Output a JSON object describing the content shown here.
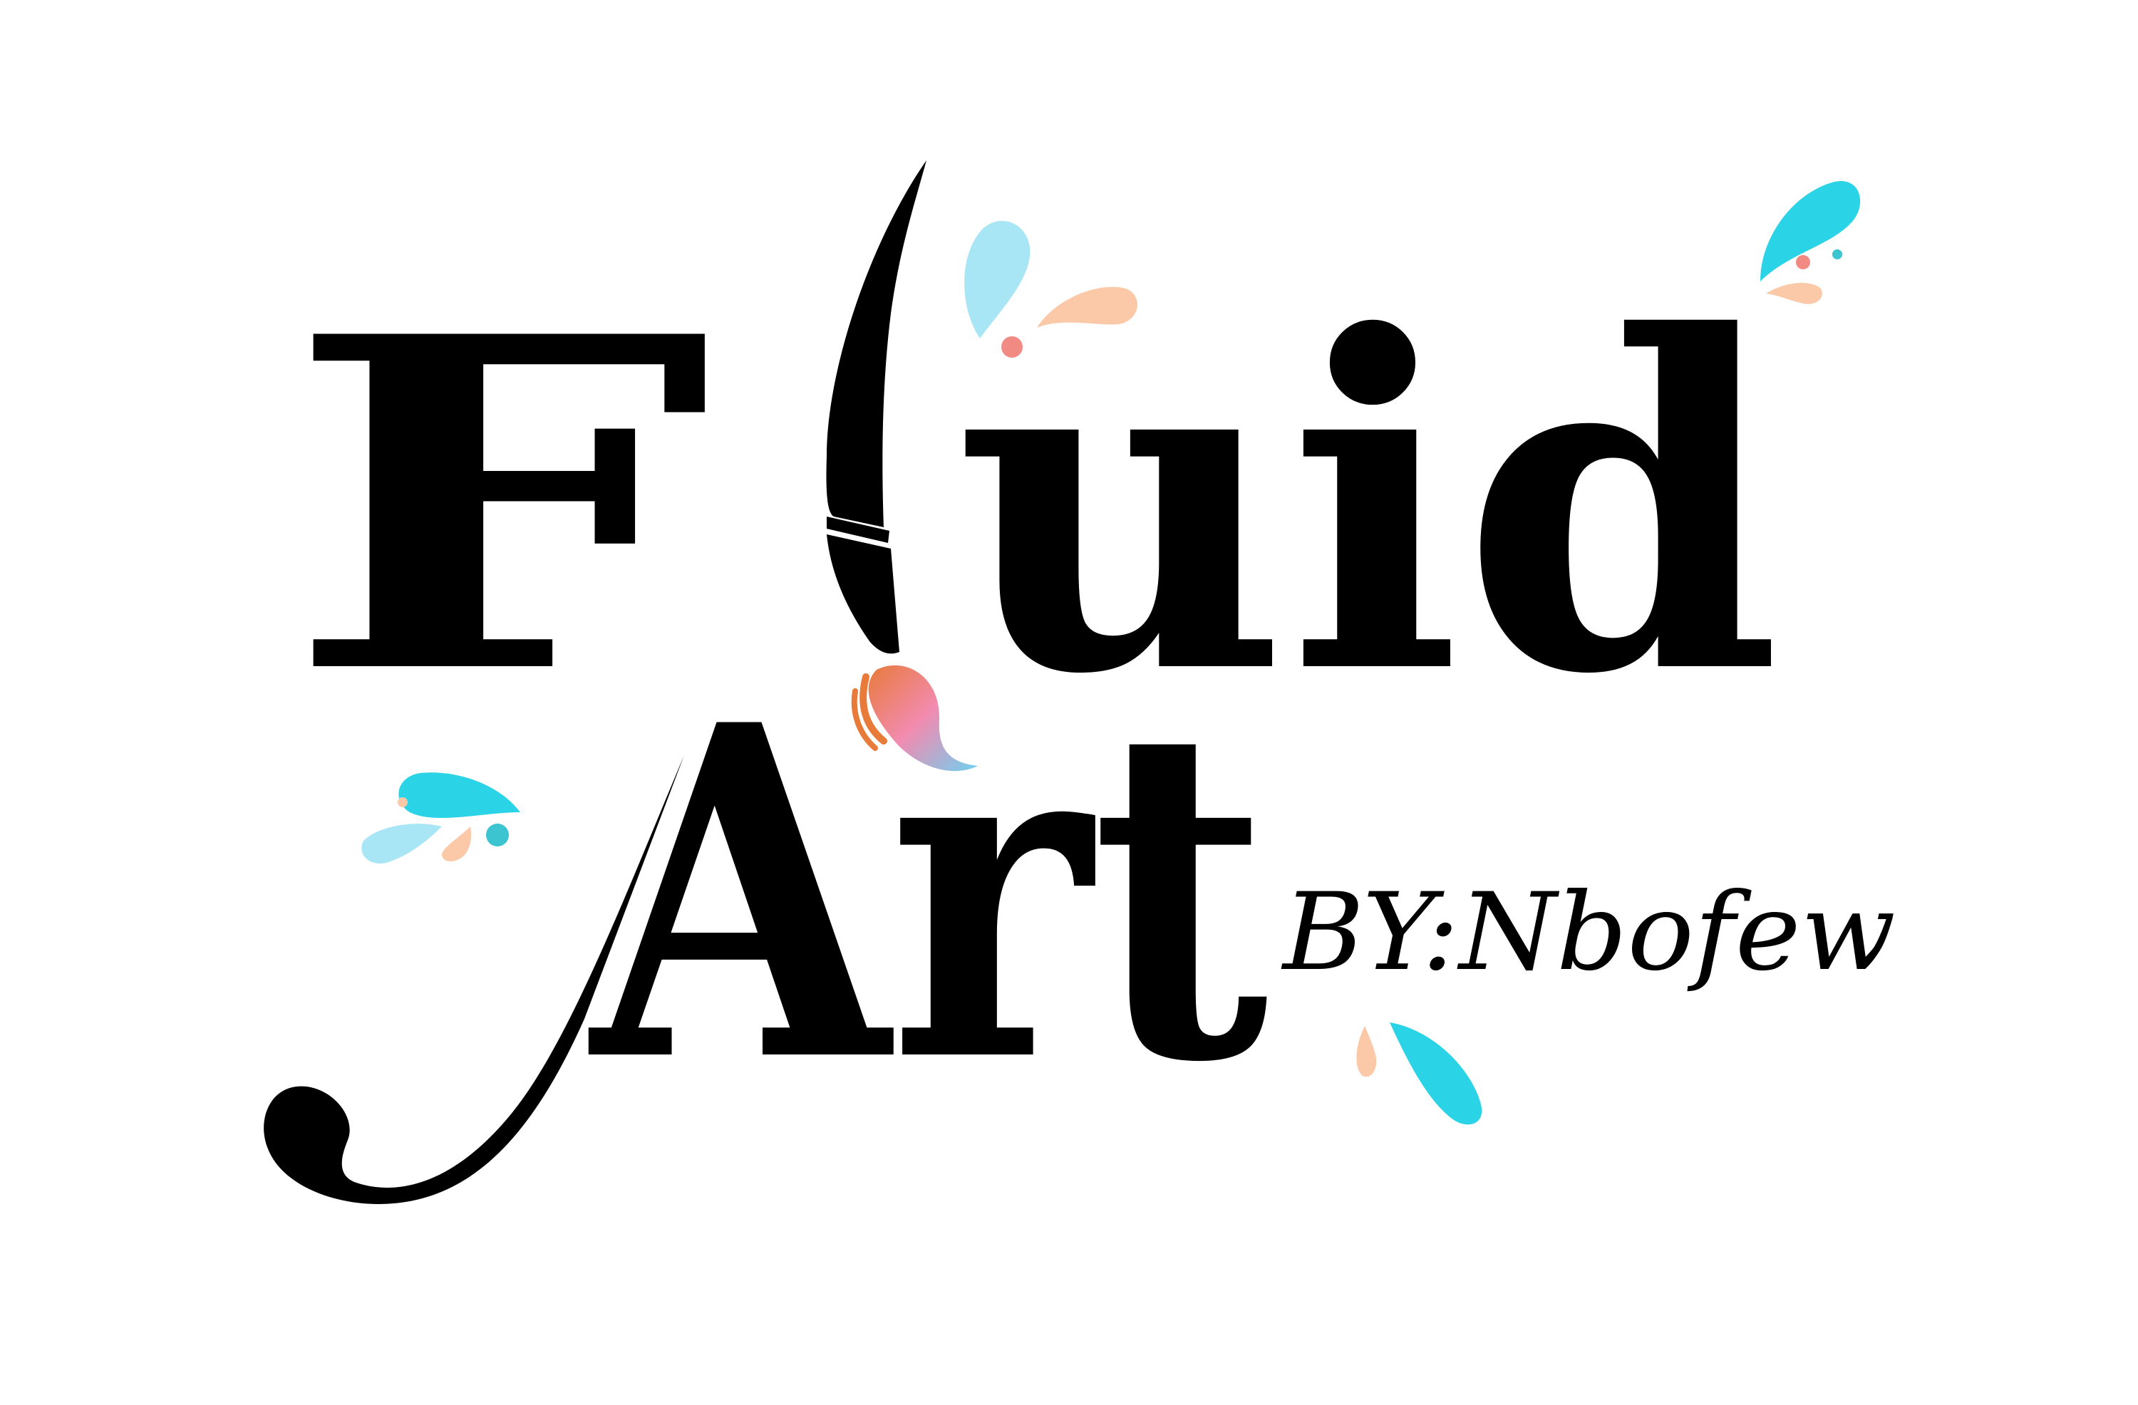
{
  "logo": {
    "line1_left": "F",
    "line1_right": "uid",
    "line2": "Art",
    "byline": "BY:Nbofew"
  },
  "colors": {
    "text": "#000000",
    "background": "#ffffff",
    "cyan": "#2ad3e6",
    "light_blue": "#a8e6f6",
    "peach": "#fcc9a8",
    "coral": "#f08a82",
    "teal": "#3cc4d0",
    "brush_pink": "#f28bb0",
    "brush_orange": "#e87a3a",
    "brush_blue": "#6fd0f0"
  },
  "icons": {
    "brush": "paintbrush-icon",
    "splash": "paint-splash-icon"
  }
}
